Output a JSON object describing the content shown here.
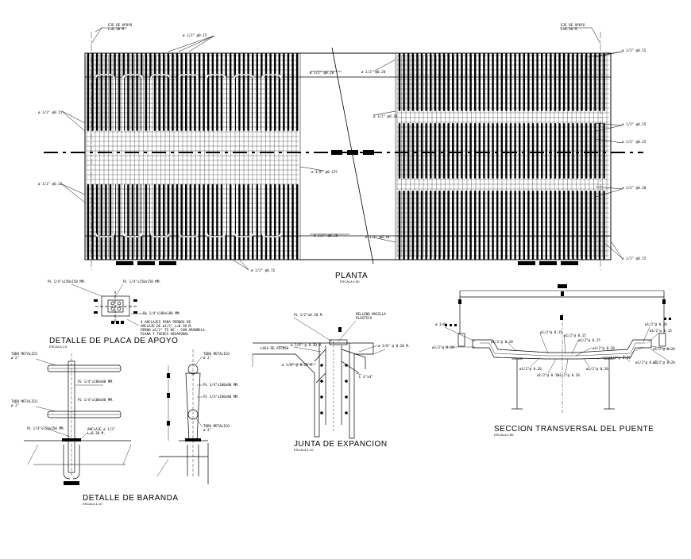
{
  "titles": {
    "planta": "PLANTA",
    "placa": "DETALLE DE PLACA DE APOYO",
    "baranda": "DETALLE DE BARANDA",
    "junta": "JUNTA DE EXPANCION",
    "seccion": "SECCION TRANSVERSAL DEL PUENTE"
  },
  "scales": {
    "planta": "ESCALA 1:50",
    "placa": "ESCALA 1:5",
    "baranda": "ESCALA 1:10",
    "junta": "ESCALA 1:10",
    "seccion": "ESCALA 1:50"
  },
  "plan_notes": {
    "eje_left": "EJE DE APOYO",
    "eje_left_2": "L=0.30 M.",
    "eje_right": "EJE DE APOYO",
    "eje_right_2": "L=0.30 M.",
    "top_left": "ø 1/2\" @0.15",
    "top_mid": "ø 1/2\" @0.20",
    "mid_upper": "ø 1/2\" @0.20",
    "center": "ø 3/8\" @0.175",
    "bottom_mid": "ø 1/2\" @0.20",
    "bottom_mid2": "ø 1/2\" @0.20",
    "bottom_left": "ø 1/2\" @0.15",
    "left_upper": "ø 1/2\" @0.15",
    "left_lower": "ø 1/2\" @0.20",
    "right_top": "ø 1/2\" @0.15",
    "right_upper": "ø 1/2\" @0.15",
    "right_center": "ø 1/2\" @0.15",
    "right_lower": "ø 1/2\" @0.20",
    "right_bottom": "ø 1/2\" @0.15"
  },
  "placa_notes": {
    "n1": "PL 1/4\"x150x150 MM.",
    "n2": "PL 1/4\"x150x150 MM.",
    "n3": "PL 1/4\"x100x100 MM.",
    "n4": "4 ANCLAJES PARA PERNOS DE",
    "n5": "ANCLAJE DE ø1/2\" L=0.30 M.",
    "n6": "PERNO ø1/2\" TS NC - CON ARANDELA",
    "n7": "PLANA Y TUERCA HEXAGONAL"
  },
  "baranda_notes": {
    "tubo1": "TUBO METALICO",
    "tubo1b": "ø 2\"",
    "tubo2": "TUBO METALICO",
    "tubo2b": "ø 2\"",
    "pl1": "PL 1/4\"x100x80 MM.",
    "pl2": "PL 1/4\"x100x80 MM.",
    "pl3": "PL 1/4\"x150x150 MM.",
    "anclaje": "ANCLAJE ø 1/2\"",
    "anclaje2": "L=0.30 M.",
    "tubo_r1": "TUBO METALICO",
    "tubo_r1b": "ø 2\"",
    "pl_r1": "PL 1/4\"x100x80 MM.",
    "pl_r2": "PL 1/4\"x100x80 MM.",
    "tubo_r2": "TUBO METALICO",
    "tubo_r2b": "ø 2\""
  },
  "junta_notes": {
    "pl": "PL 1/2\"x0.20 M.",
    "relleno": "RELLENO MASILLA",
    "relleno2": "PLASTICA",
    "losa": "LOSA DE ACCESO",
    "bar1": "ø 3/8\" @ 0.20 M.",
    "bar2": "ø 3/8\" @ 0.20 M.",
    "bar3": "L 4\"x4\""
  },
  "seccion_notes": {
    "a": "ø 3/8\"",
    "b": "ø1/2\"@ 0.20",
    "c": "ø1/2\"@ 0.15",
    "d": "ø1/2\"@ 0.15",
    "e": "ø1/2\"@ 0.15",
    "f": "ø1/2\"@ 0.20",
    "g": "ø1/2\"@ 0.20",
    "h": "ø1/2\"@ 0.20",
    "i": "ø1/2\"@ 0.15",
    "j": "ø1/2\"@ 0.20",
    "k": "ø1/2\"@ 0.20",
    "l": "ø1/2\"@ 0.20",
    "m": "ø1/2\"@ 0.15",
    "n": "ø1/2\"@ 0.20"
  }
}
